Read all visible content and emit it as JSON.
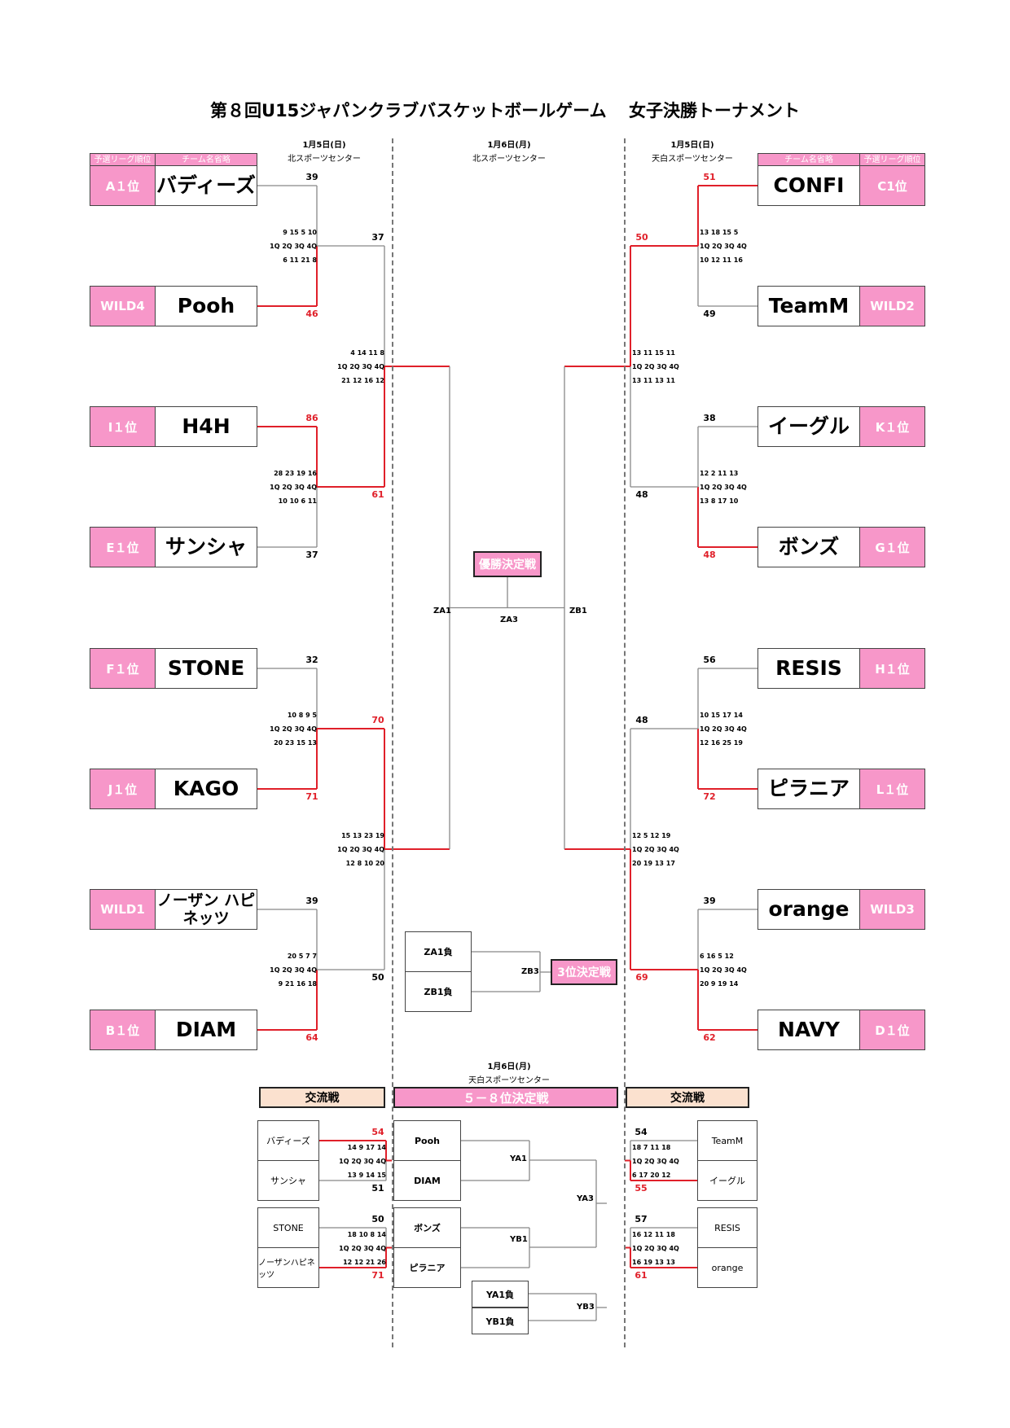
{
  "title": {
    "left": "第８回U15ジャパンクラブバスケットボールゲーム",
    "right": "女子決勝トーナメント"
  },
  "venues": {
    "left": {
      "date": "1月5日(日)",
      "place": "北スポーツセンター"
    },
    "center": {
      "date": "1月6日(月)",
      "place": "北スポーツセンター"
    },
    "right": {
      "date": "1月5日(日)",
      "place": "天白スポーツセンター"
    },
    "bottom": {
      "date": "1月6日(月)",
      "place": "天白スポーツセンター"
    }
  },
  "headers": {
    "rank": "予選リーグ順位",
    "team": "チーム名省略"
  },
  "quarter_labels": [
    "1Q",
    "2Q",
    "3Q",
    "4Q"
  ],
  "left_teams": [
    {
      "rank": "A１位",
      "name": "バディーズ"
    },
    {
      "rank": "WILD4",
      "name": "Pooh"
    },
    {
      "rank": "I１位",
      "name": "H4H"
    },
    {
      "rank": "E１位",
      "name": "サンシャ"
    },
    {
      "rank": "F１位",
      "name": "STONE"
    },
    {
      "rank": "J１位",
      "name": "KAGO"
    },
    {
      "rank": "WILD1",
      "name": "ノーザン ハピネッツ"
    },
    {
      "rank": "B１位",
      "name": "DIAM"
    }
  ],
  "right_teams": [
    {
      "rank": "C1位",
      "name": "CONFI"
    },
    {
      "rank": "WILD2",
      "name": "TeamM"
    },
    {
      "rank": "K１位",
      "name": "イーグル"
    },
    {
      "rank": "G１位",
      "name": "ボンズ"
    },
    {
      "rank": "H１位",
      "name": "RESIS"
    },
    {
      "rank": "L１位",
      "name": "ピラニア"
    },
    {
      "rank": "WILD3",
      "name": "orange"
    },
    {
      "rank": "D１位",
      "name": "NAVY"
    }
  ],
  "left_r1": [
    {
      "top_score": "39",
      "bottom_score": "46",
      "winner": "bottom",
      "top_q": [
        "9",
        "15",
        "5",
        "10"
      ],
      "bottom_q": [
        "6",
        "11",
        "21",
        "8"
      ]
    },
    {
      "top_score": "86",
      "bottom_score": "37",
      "winner": "top",
      "top_q": [
        "28",
        "23",
        "19",
        "16"
      ],
      "bottom_q": [
        "10",
        "10",
        "6",
        "11"
      ]
    },
    {
      "top_score": "32",
      "bottom_score": "71",
      "winner": "bottom",
      "top_q": [
        "10",
        "8",
        "9",
        "5"
      ],
      "bottom_q": [
        "20",
        "23",
        "15",
        "13"
      ]
    },
    {
      "top_score": "39",
      "bottom_score": "64",
      "winner": "bottom",
      "top_q": [
        "20",
        "5",
        "7",
        "7"
      ],
      "bottom_q": [
        "9",
        "21",
        "16",
        "18"
      ]
    }
  ],
  "left_r2": [
    {
      "top_score": "37",
      "bottom_score": "61",
      "winner": "bottom",
      "top_q": [
        "4",
        "14",
        "11",
        "8"
      ],
      "bottom_q": [
        "21",
        "12",
        "16",
        "12"
      ]
    },
    {
      "top_score": "70",
      "bottom_score": "50",
      "winner": "top",
      "top_q": [
        "15",
        "13",
        "23",
        "19"
      ],
      "bottom_q": [
        "12",
        "8",
        "10",
        "20"
      ]
    }
  ],
  "right_r1": [
    {
      "top_score": "51",
      "bottom_score": "49",
      "winner": "top",
      "top_q": [
        "13",
        "18",
        "15",
        "5"
      ],
      "bottom_q": [
        "10",
        "12",
        "11",
        "16"
      ]
    },
    {
      "top_score": "38",
      "bottom_score": "48",
      "winner": "bottom",
      "top_q": [
        "12",
        "2",
        "11",
        "13"
      ],
      "bottom_q": [
        "13",
        "8",
        "17",
        "10"
      ]
    },
    {
      "top_score": "56",
      "bottom_score": "72",
      "winner": "bottom",
      "top_q": [
        "10",
        "15",
        "17",
        "14"
      ],
      "bottom_q": [
        "12",
        "16",
        "25",
        "19"
      ]
    },
    {
      "top_score": "39",
      "bottom_score": "62",
      "winner": "bottom",
      "top_q": [
        "6",
        "16",
        "5",
        "12"
      ],
      "bottom_q": [
        "20",
        "9",
        "19",
        "14"
      ]
    }
  ],
  "right_r2": [
    {
      "top_score": "50",
      "bottom_score": "48",
      "winner": "top",
      "top_q": [
        "13",
        "11",
        "15",
        "11"
      ],
      "bottom_q": [
        "13",
        "11",
        "13",
        "11"
      ]
    },
    {
      "top_score": "48",
      "bottom_score": "69",
      "winner": "bottom",
      "top_q": [
        "12",
        "5",
        "12",
        "19"
      ],
      "bottom_q": [
        "20",
        "19",
        "13",
        "17"
      ]
    }
  ],
  "final": {
    "label": "優勝決定戦",
    "left_code": "ZA1",
    "center_code": "ZA3",
    "right_code": "ZB1"
  },
  "third_place": {
    "label": "3位決定戦",
    "top": "ZA1負",
    "bottom": "ZB1負",
    "code": "ZB3"
  },
  "placement": {
    "label": "５－８位決定戦",
    "teams": [
      "Pooh",
      "DIAM",
      "ボンズ",
      "ピラニア"
    ],
    "codes": {
      "a1": "YA1",
      "b1": "YB1",
      "a3": "YA3",
      "b3": "YB3"
    },
    "losers": [
      "YA1負",
      "YB1負"
    ]
  },
  "exchange_left": {
    "label": "交流戦",
    "games": [
      {
        "top": "バディーズ",
        "bottom": "サンシャ",
        "top_score": "54",
        "bottom_score": "51",
        "winner": "top",
        "top_q": [
          "14",
          "9",
          "17",
          "14"
        ],
        "bottom_q": [
          "13",
          "9",
          "14",
          "15"
        ]
      },
      {
        "top": "STONE",
        "bottom": "ノーザンハピネッツ",
        "top_score": "50",
        "bottom_score": "71",
        "winner": "bottom",
        "top_q": [
          "18",
          "10",
          "8",
          "14"
        ],
        "bottom_q": [
          "12",
          "12",
          "21",
          "26"
        ]
      }
    ]
  },
  "exchange_right": {
    "label": "交流戦",
    "games": [
      {
        "top": "TeamM",
        "bottom": "イーグル",
        "top_score": "54",
        "bottom_score": "55",
        "winner": "bottom",
        "top_q": [
          "18",
          "7",
          "11",
          "18"
        ],
        "bottom_q": [
          "6",
          "17",
          "20",
          "12"
        ]
      },
      {
        "top": "RESIS",
        "bottom": "orange",
        "top_score": "57",
        "bottom_score": "61",
        "winner": "bottom",
        "top_q": [
          "16",
          "12",
          "11",
          "18"
        ],
        "bottom_q": [
          "16",
          "19",
          "13",
          "13"
        ]
      }
    ]
  },
  "colors": {
    "pink": "#f797c9",
    "peach": "#fbe1cf",
    "win_line": "#e0202a",
    "line": "#888888"
  }
}
